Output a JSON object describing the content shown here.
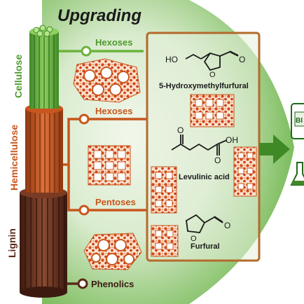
{
  "title": "Upgrading",
  "components": {
    "cellulose": "Cellulose",
    "hemicellulose": "Hemicellulose",
    "lignin": "Lignin"
  },
  "branches": {
    "hexoses_cellulose": "Hexoses",
    "hexoses_hemicellulose": "Hexoses",
    "pentoses": "Pentoses",
    "phenolics": "Phenolics"
  },
  "products": {
    "hmf": "5-Hydroxymethylfurfural",
    "levulinic": "Levulinic acid",
    "furfural": "Furfural"
  },
  "atoms": {
    "ho": "HO",
    "oh": "OH",
    "o": "O"
  },
  "edge_label": "BI",
  "colors": {
    "cellulose": "#6db33f",
    "hemicellulose": "#c8561e",
    "lignin": "#6b2f1e",
    "catalyst": "#c8561e",
    "product_box": "#b46a2c",
    "background_glow": "#5fae3a"
  }
}
